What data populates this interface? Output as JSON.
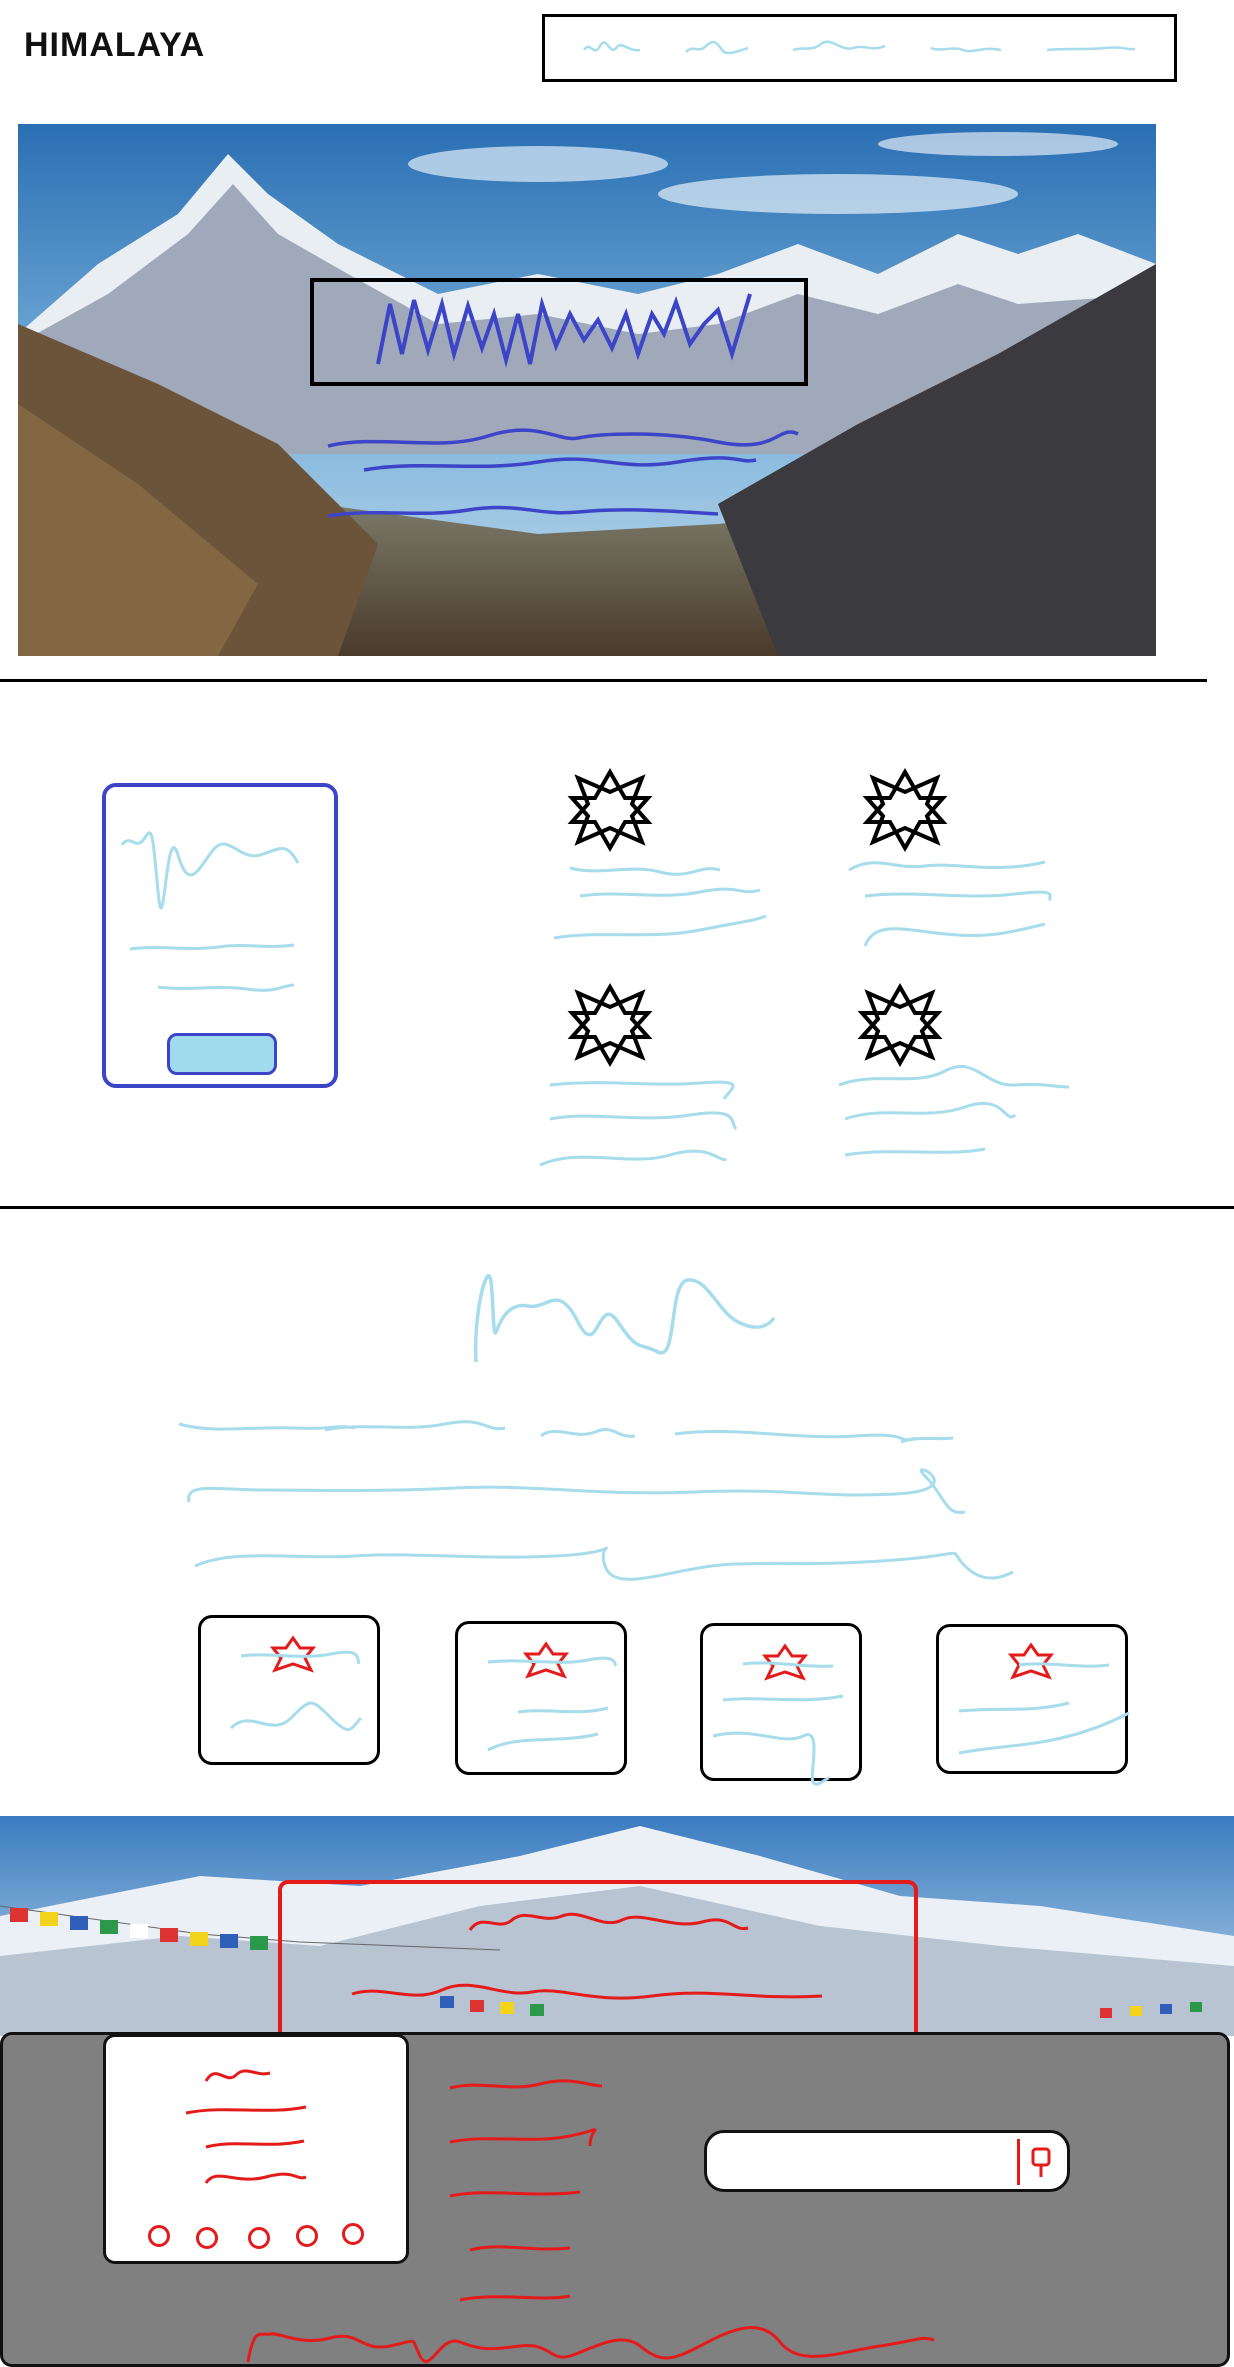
{
  "header": {
    "logo_text": "HIMALAYA",
    "nav_link_icons": [
      "scribble-link",
      "scribble-link",
      "scribble-link",
      "scribble-link",
      "scribble-link"
    ]
  },
  "hero": {
    "image": "mountain-valley-photo"
  },
  "features": {
    "card": {
      "button_icon": "pill-button"
    },
    "items": [
      {
        "icon": "star-icon"
      },
      {
        "icon": "star-icon"
      },
      {
        "icon": "star-icon"
      },
      {
        "icon": "star-icon"
      }
    ]
  },
  "showcase": {
    "cards": [
      {
        "icon": "red-star-icon"
      },
      {
        "icon": "red-star-icon"
      },
      {
        "icon": "red-star-icon"
      },
      {
        "icon": "red-star-icon"
      }
    ]
  },
  "banner": {
    "image": "prayer-flags-mountain-photo"
  },
  "footer": {
    "social_icons": [
      "circle-icon",
      "circle-icon",
      "circle-icon",
      "circle-icon",
      "circle-icon"
    ],
    "search_placeholder": ""
  },
  "colors": {
    "scribble_text": "#a6dcec",
    "hero_overlay": "#3c44c8",
    "accent_red": "#e41b1b",
    "footer_bg": "#808080"
  }
}
